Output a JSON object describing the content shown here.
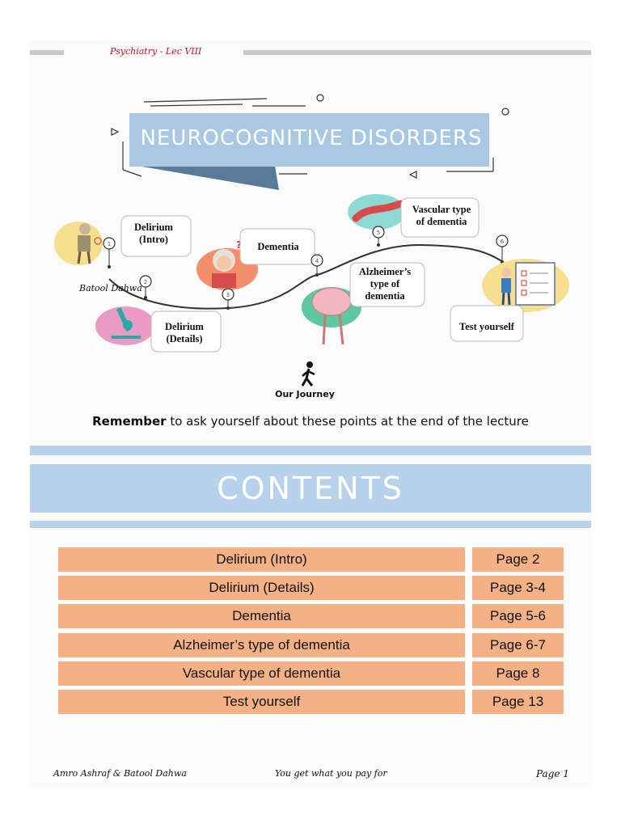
{
  "header": {
    "title": "Psychiatry - Lec VIII"
  },
  "banner": {
    "title": "NEUROCOGNITIVE DISORDERS"
  },
  "journey": {
    "nodes": [
      {
        "number": "1",
        "label_lines": [
          "Delirium",
          "(Intro)"
        ]
      },
      {
        "number": "2",
        "label_lines": [
          "Delirium",
          "(Details)"
        ]
      },
      {
        "number": "3",
        "label_lines": [
          "Dementia"
        ]
      },
      {
        "number": "4",
        "label_lines": [
          "Alzheimer’s",
          "type of",
          "dementia"
        ]
      },
      {
        "number": "5",
        "label_lines": [
          "Vascular type",
          "of dementia"
        ]
      },
      {
        "number": "6",
        "label_lines": [
          "Test yourself"
        ]
      }
    ],
    "signature": "Batool Dahwa",
    "caption": "Our Journey"
  },
  "remember": {
    "bold": "Remember",
    "rest": " to ask yourself about these points at the end of the lecture"
  },
  "contents": {
    "title": "CONTENTS",
    "rows": [
      {
        "topic": "Delirium (Intro)",
        "page": "Page 2"
      },
      {
        "topic": "Delirium (Details)",
        "page": "Page 3-4"
      },
      {
        "topic": "Dementia",
        "page": "Page 5-6"
      },
      {
        "topic": "Alzheimer’s type of dementia",
        "page": "Page 6-7"
      },
      {
        "topic": "Vascular type of dementia",
        "page": "Page 8"
      },
      {
        "topic": "Test yourself",
        "page": "Page 13"
      }
    ]
  },
  "footer": {
    "authors": "Amro Ashraf & Batool Dahwa",
    "motto": "You get what you pay for",
    "page": "Page 1"
  },
  "colors": {
    "header_accent": "#c0151b",
    "banner_blue": "#a9c8e3",
    "contents_blue": "#b7d2ea",
    "table_orange": "#f4b185"
  }
}
